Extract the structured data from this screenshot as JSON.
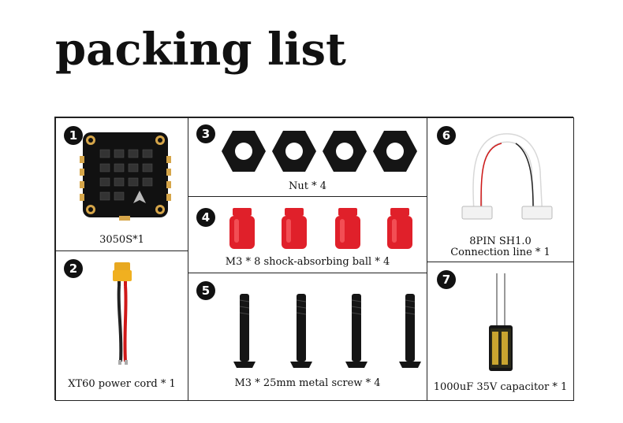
{
  "title": "packing list",
  "items": [
    {
      "num": "1",
      "caption": "3050S*1",
      "icon": "esc-board-icon"
    },
    {
      "num": "2",
      "caption": "XT60 power cord * 1",
      "icon": "power-cord-icon"
    },
    {
      "num": "3",
      "caption": "Nut * 4",
      "icon": "hex-nut-icon"
    },
    {
      "num": "4",
      "caption": "M3 * 8 shock-absorbing ball * 4",
      "icon": "damper-ball-icon"
    },
    {
      "num": "5",
      "caption": "M3 * 25mm metal screw * 4",
      "icon": "screw-icon"
    },
    {
      "num": "6",
      "caption_line1": "8PIN SH1.0",
      "caption_line2": "Connection line * 1",
      "icon": "cable-icon"
    },
    {
      "num": "7",
      "caption": "1000uF 35V capacitor * 1",
      "icon": "capacitor-icon"
    }
  ],
  "colors": {
    "border": "#222222",
    "damper": "#e0202a",
    "board": "#111111",
    "pad": "#d6a64a"
  }
}
